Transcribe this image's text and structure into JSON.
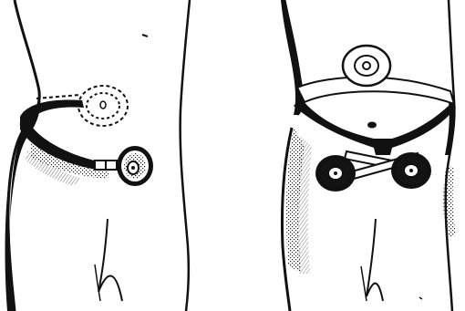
{
  "figure": {
    "panels": [
      {
        "id": "left",
        "subject": "torso-side-view",
        "belt": "single-strap-around-waist",
        "appliances": [
          "dashed-outline-stoma-disc",
          "belt-clip-appliance-with-ring"
        ]
      },
      {
        "id": "right",
        "subject": "torso-front-view",
        "belt": "crossed-straps-around-waist",
        "appliances": [
          "stoma-ring-above-belt",
          "left-belt-clip-appliance",
          "right-belt-clip-appliance"
        ]
      }
    ],
    "colors": {
      "ink": "#111111",
      "paper": "#ffffff",
      "hatch": "#444444"
    }
  }
}
